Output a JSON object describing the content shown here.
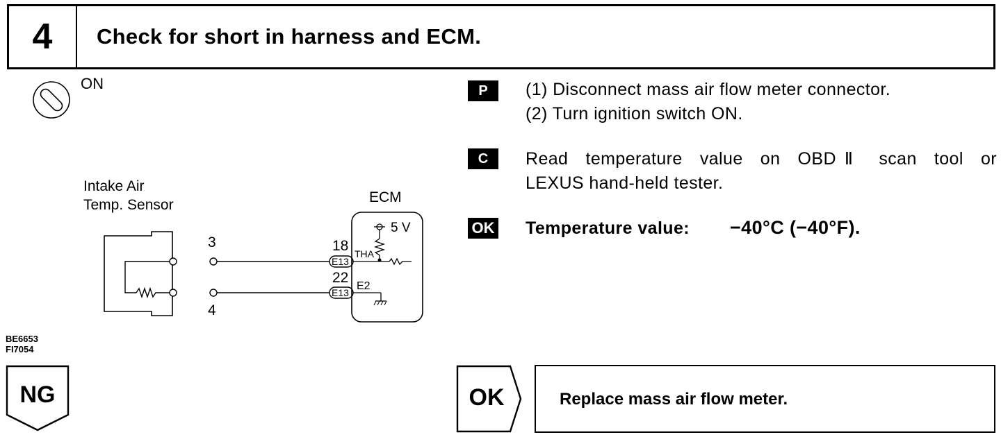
{
  "header": {
    "step_number": "4",
    "title": "Check for short in harness and ECM."
  },
  "ignition": {
    "state_label": "ON",
    "icon": "ignition-switch-icon"
  },
  "diagram": {
    "sensor_label_line1": "Intake Air",
    "sensor_label_line2": "Temp. Sensor",
    "ecm_label": "ECM",
    "pin_sensor_top": "3",
    "pin_sensor_bottom": "4",
    "pin_ecm_top": "18",
    "pin_ecm_bottom": "22",
    "connector_top": "E13",
    "connector_bottom": "E13",
    "signal_top": "THA",
    "signal_bottom": "E2",
    "voltage": "5 V"
  },
  "figure_codes": [
    "BE6653",
    "FI7054"
  ],
  "steps": {
    "prepare": {
      "badge": "P",
      "line1": "(1) Disconnect mass air flow meter connector.",
      "line2": "(2) Turn ignition switch ON."
    },
    "check": {
      "badge": "C",
      "line1": "Read temperature value on OBDⅡ scan tool or",
      "line2": "LEXUS hand-held tester."
    },
    "ok_condition": {
      "badge": "OK",
      "label": "Temperature value:",
      "value": "−40°C (−40°F)."
    }
  },
  "results": {
    "ng_label": "NG",
    "ok_label": "OK",
    "ok_action": "Replace mass air flow meter."
  }
}
